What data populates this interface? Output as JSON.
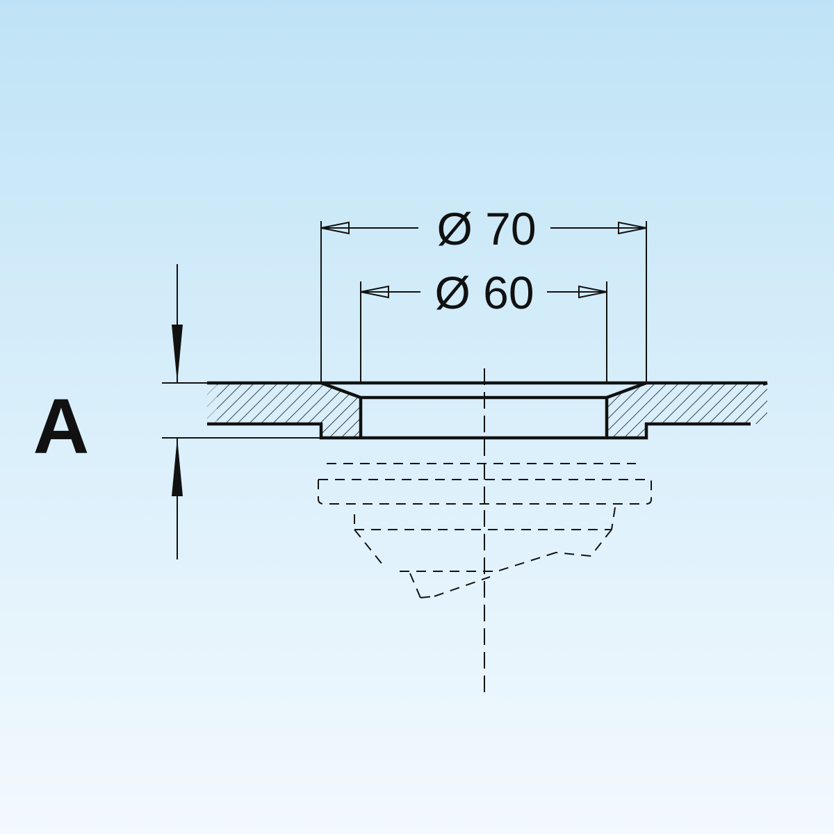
{
  "diagram": {
    "dimension_outer": {
      "label": "Ø 70",
      "value": 70
    },
    "dimension_inner": {
      "label": "Ø 60",
      "value": 60
    },
    "thickness_label": "A"
  },
  "colors": {
    "background_top": "#bfe3f6",
    "background_bottom": "#f3f9fe",
    "ink": "#111111"
  }
}
